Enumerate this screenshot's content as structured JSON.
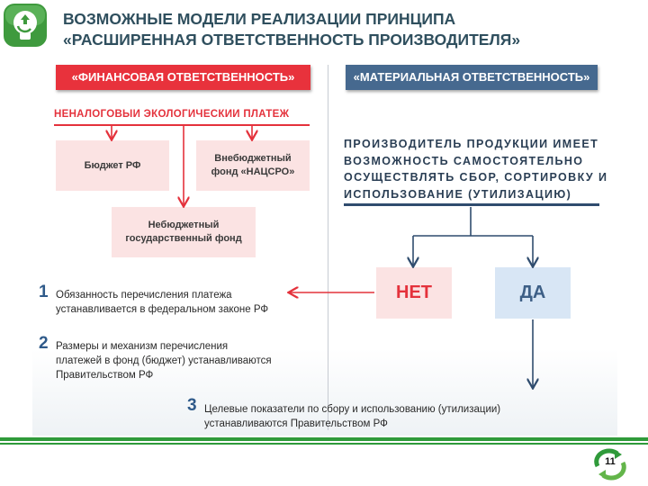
{
  "title": {
    "line1": "ВОЗМОЖНЫЕ МОДЕЛИ РЕАЛИЗАЦИИ ПРИНЦИПА",
    "line2": "«РАСШИРЕННАЯ ОТВЕТСТВЕННОСТЬ ПРОИЗВОДИТЕЛЯ»"
  },
  "left": {
    "header": "«ФИНАНСОВАЯ ОТВЕТСТВЕННОСТЬ»",
    "tax_label": "НЕНАЛОГОВЫЙ ЭКОЛОГИЧЕСКИЙ ПЛАТЕЖ",
    "boxes": {
      "budget": "Бюджет РФ",
      "fund_line1": "Внебюджетный",
      "fund_line2": "фонд «НАЦСРО»",
      "nonbud_line1": "Небюджетный",
      "nonbud_line2": "государственный фонд"
    }
  },
  "right": {
    "header": "«МАТЕРИАЛЬНАЯ ОТВЕТСТВЕННОСТЬ»",
    "producer_lines": [
      "ПРОИЗВОДИТЕЛЬ ПРОДУКЦИИ ИМЕЕТ",
      "ВОЗМОЖНОСТЬ САМОСТОЯТЕЛЬНО",
      "ОСУЩЕСТВЛЯТЬ СБОР, СОРТИРОВКУ И",
      "ИСПОЛЬЗОВАНИЕ (УТИЛИЗАЦИЮ)"
    ],
    "no": "НЕТ",
    "yes": "ДА"
  },
  "items": [
    {
      "num": "1",
      "lines": [
        "Обязанность перечисления  платежа",
        "устанавливается в федеральном законе РФ"
      ]
    },
    {
      "num": "2",
      "lines": [
        "Размеры и механизм перечисления",
        "платежей в фонд (бюджет) устанавливаются",
        "Правительством РФ"
      ]
    },
    {
      "num": "3",
      "lines": [
        "Целевые показатели по сбору и использованию (утилизации)",
        "устанавливаются  Правительством РФ"
      ]
    }
  ],
  "page_number": "11",
  "colors": {
    "title": "#2f4f5e",
    "red": "#e4323c",
    "blue": "#46698f",
    "pink_box": "#fbe3e3",
    "blue_box": "#d8e6f5",
    "green": "#2f9a3a",
    "number": "#2f5a8a"
  },
  "icons": {
    "logo": "recycle-bulb-icon",
    "page_badge": "recycle-arrows-icon"
  }
}
